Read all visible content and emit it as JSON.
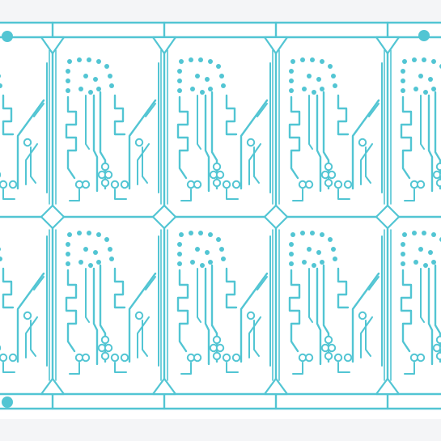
{
  "panel": {
    "name": "pcb-panel",
    "board_color": "#ffffff",
    "trace_color": "#52c5d3",
    "background_color": "#f4f5f7",
    "rows": 2,
    "columns": 4,
    "fiducials": 3
  }
}
